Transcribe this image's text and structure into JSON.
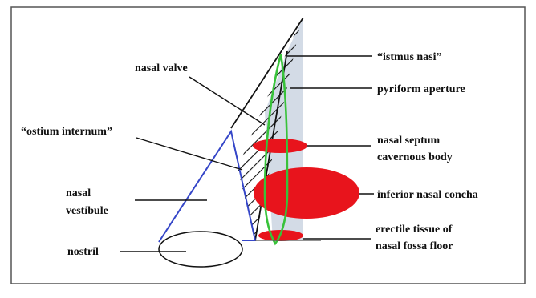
{
  "labels": {
    "nasal_valve": "nasal valve",
    "ostium_internum": "“ostium internum”",
    "nasal_vestibule_l1": "nasal",
    "nasal_vestibule_l2": "vestibule",
    "nostril": "nostril",
    "istmus_nasi": "“istmus nasi”",
    "pyriform_aperture": "pyriform aperture",
    "nasal_septum_l1": "nasal septum",
    "nasal_septum_l2": "cavernous body",
    "inferior_nasal_concha": "inferior nasal concha",
    "erectile_tissue_l1": "erectile tissue of",
    "erectile_tissue_l2": "nasal fossa floor"
  },
  "colors": {
    "frame": "#555555",
    "hatch": "#111111",
    "septal_fill": "#d3dbe6",
    "cavernous_red": "#e8141c",
    "vestibule_blue": "#3546c8",
    "green_outline": "#38c23a",
    "leader": "#111111"
  }
}
